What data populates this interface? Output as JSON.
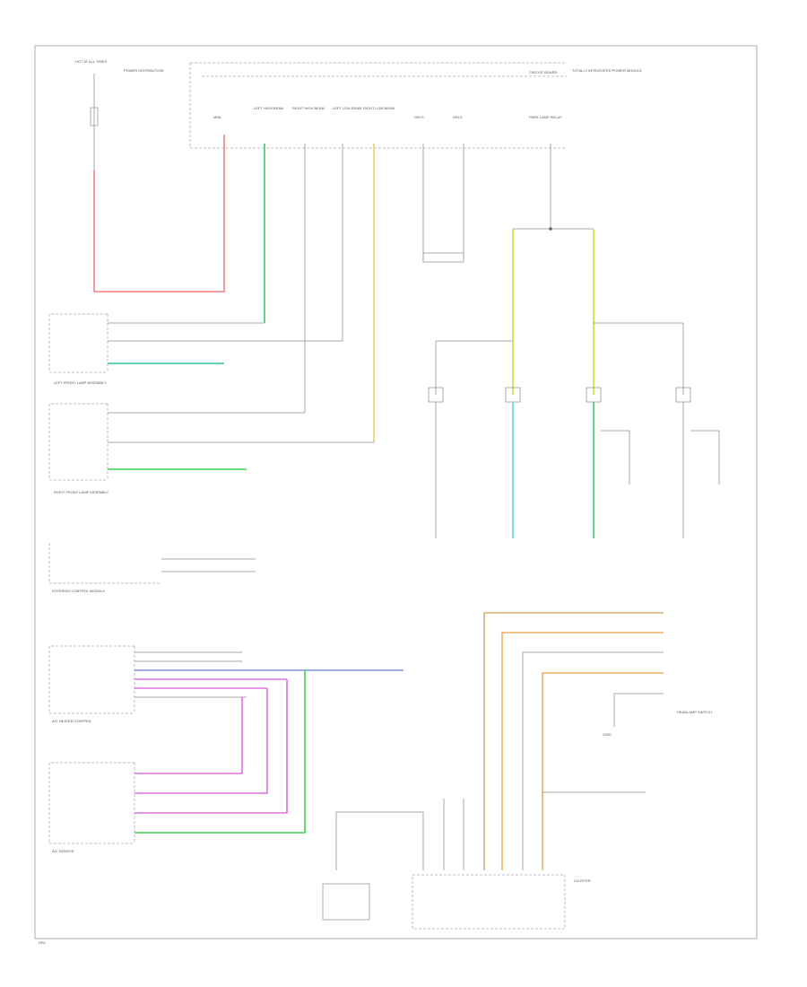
{
  "colors": {
    "red": "#f08080",
    "green": "#3cd050",
    "teal": "#30c0a0",
    "yellow": "#e6d070",
    "yellow_green": "#c8e040",
    "cyan": "#60d8e8",
    "orange": "#f0b060",
    "tan": "#d8b070",
    "magenta": "#e070e0",
    "blue": "#8090e8",
    "gray": "#a0a0a0"
  },
  "texts": {
    "fuse_block": "HOT AT ALL TIMES",
    "power_dist": "POWER DISTRIBUTION",
    "circuit_board": "CIRCUIT BOARD",
    "totally_integrated": "TOTALLY INTEGRATED POWER MODULE",
    "fuse_labels": [
      "MINI",
      "LEFT HIGH BEAM",
      "RIGHT HIGH BEAM",
      "LEFT LOW BEAM",
      "RIGHT LOW BEAM",
      "DRLS",
      "DRLS",
      "PARK LAMP RELAY"
    ],
    "left_headlamp": "LEFT FRONT LAMP ASSEMBLY",
    "right_headlamp": "RIGHT FRONT LAMP ASSEMBLY",
    "steering_control": "STEERING CONTROL MODULE",
    "hvac_control": "A/C HEATER CONTROL",
    "sensor": "A/C SENSOR",
    "cluster": "CLUSTER",
    "headlamp_switch": "HEADLAMP SWITCH",
    "ground": "G200",
    "bottom_label": "DRL"
  }
}
